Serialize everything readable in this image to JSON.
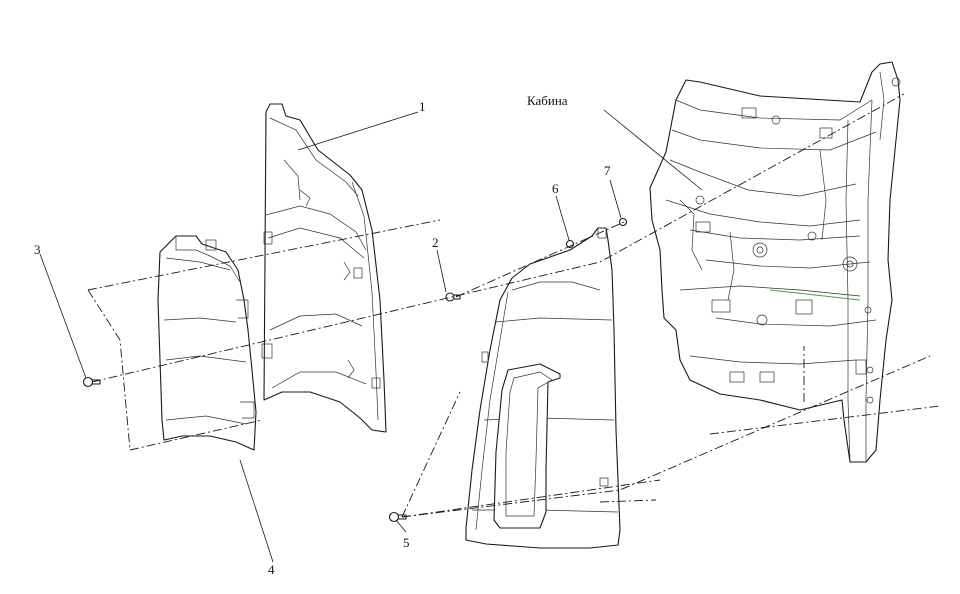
{
  "callouts": {
    "c1": "1",
    "c2": "2",
    "c3": "3",
    "c4": "4",
    "c5": "5",
    "c6": "6",
    "c7": "7",
    "cab": "Кабина"
  }
}
